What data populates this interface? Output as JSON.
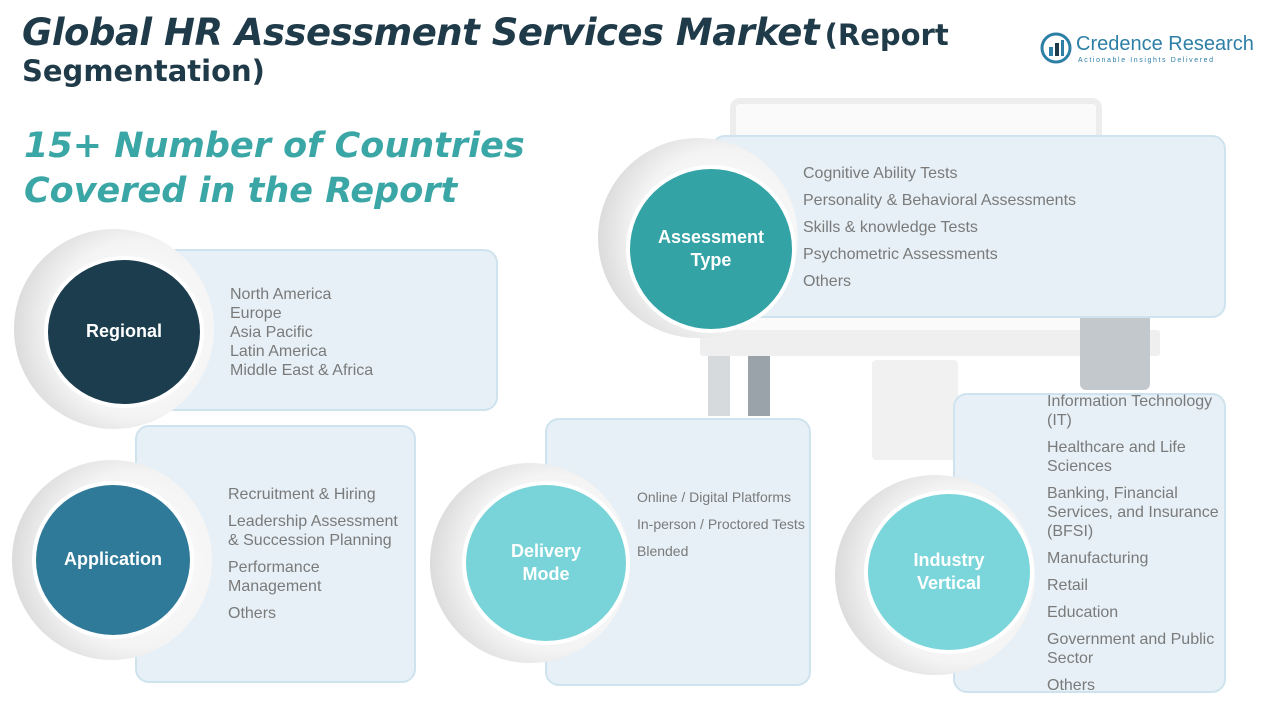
{
  "title": {
    "main": "Global HR Assessment Services Market",
    "suffix_line1": "(Report",
    "suffix_line2": "Segmentation)"
  },
  "countries": {
    "line1": "15+ Number of Countries",
    "line2": "Covered in the Report"
  },
  "logo": {
    "name": "Credence Research",
    "tagline": "Actionable Insights Delivered"
  },
  "colors": {
    "title": "#1f3a48",
    "accent": "#3aa6a5",
    "card_bg": "#e6f0f6",
    "regional": "#1b3d4e",
    "assessment": "#33a3a6",
    "application": "#2f7a99",
    "delivery": "#78d4d8",
    "industry": "#7ad6da"
  },
  "segments": {
    "regional": {
      "label": "Regional",
      "items": [
        "North America",
        "Europe",
        "Asia Pacific",
        "Latin America",
        "Middle East & Africa"
      ]
    },
    "assessment": {
      "label": "Assessment\nType",
      "items": [
        "Cognitive Ability Tests",
        "Personality & Behavioral Assessments",
        "Skills & knowledge Tests",
        "Psychometric Assessments",
        "Others"
      ]
    },
    "application": {
      "label": "Application",
      "items": [
        "Recruitment & Hiring",
        "Leadership Assessment & Succession Planning",
        "Performance Management",
        "Others"
      ]
    },
    "delivery": {
      "label": "Delivery\nMode",
      "items": [
        "Online / Digital Platforms",
        "In-person / Proctored Tests",
        "Blended"
      ]
    },
    "industry": {
      "label": "Industry\nVertical",
      "items": [
        "Information Technology (IT)",
        "Healthcare and Life Sciences",
        "Banking, Financial Services, and Insurance (BFSI)",
        "Manufacturing",
        "Retail",
        "Education",
        "Government and Public Sector",
        "Others"
      ]
    }
  }
}
